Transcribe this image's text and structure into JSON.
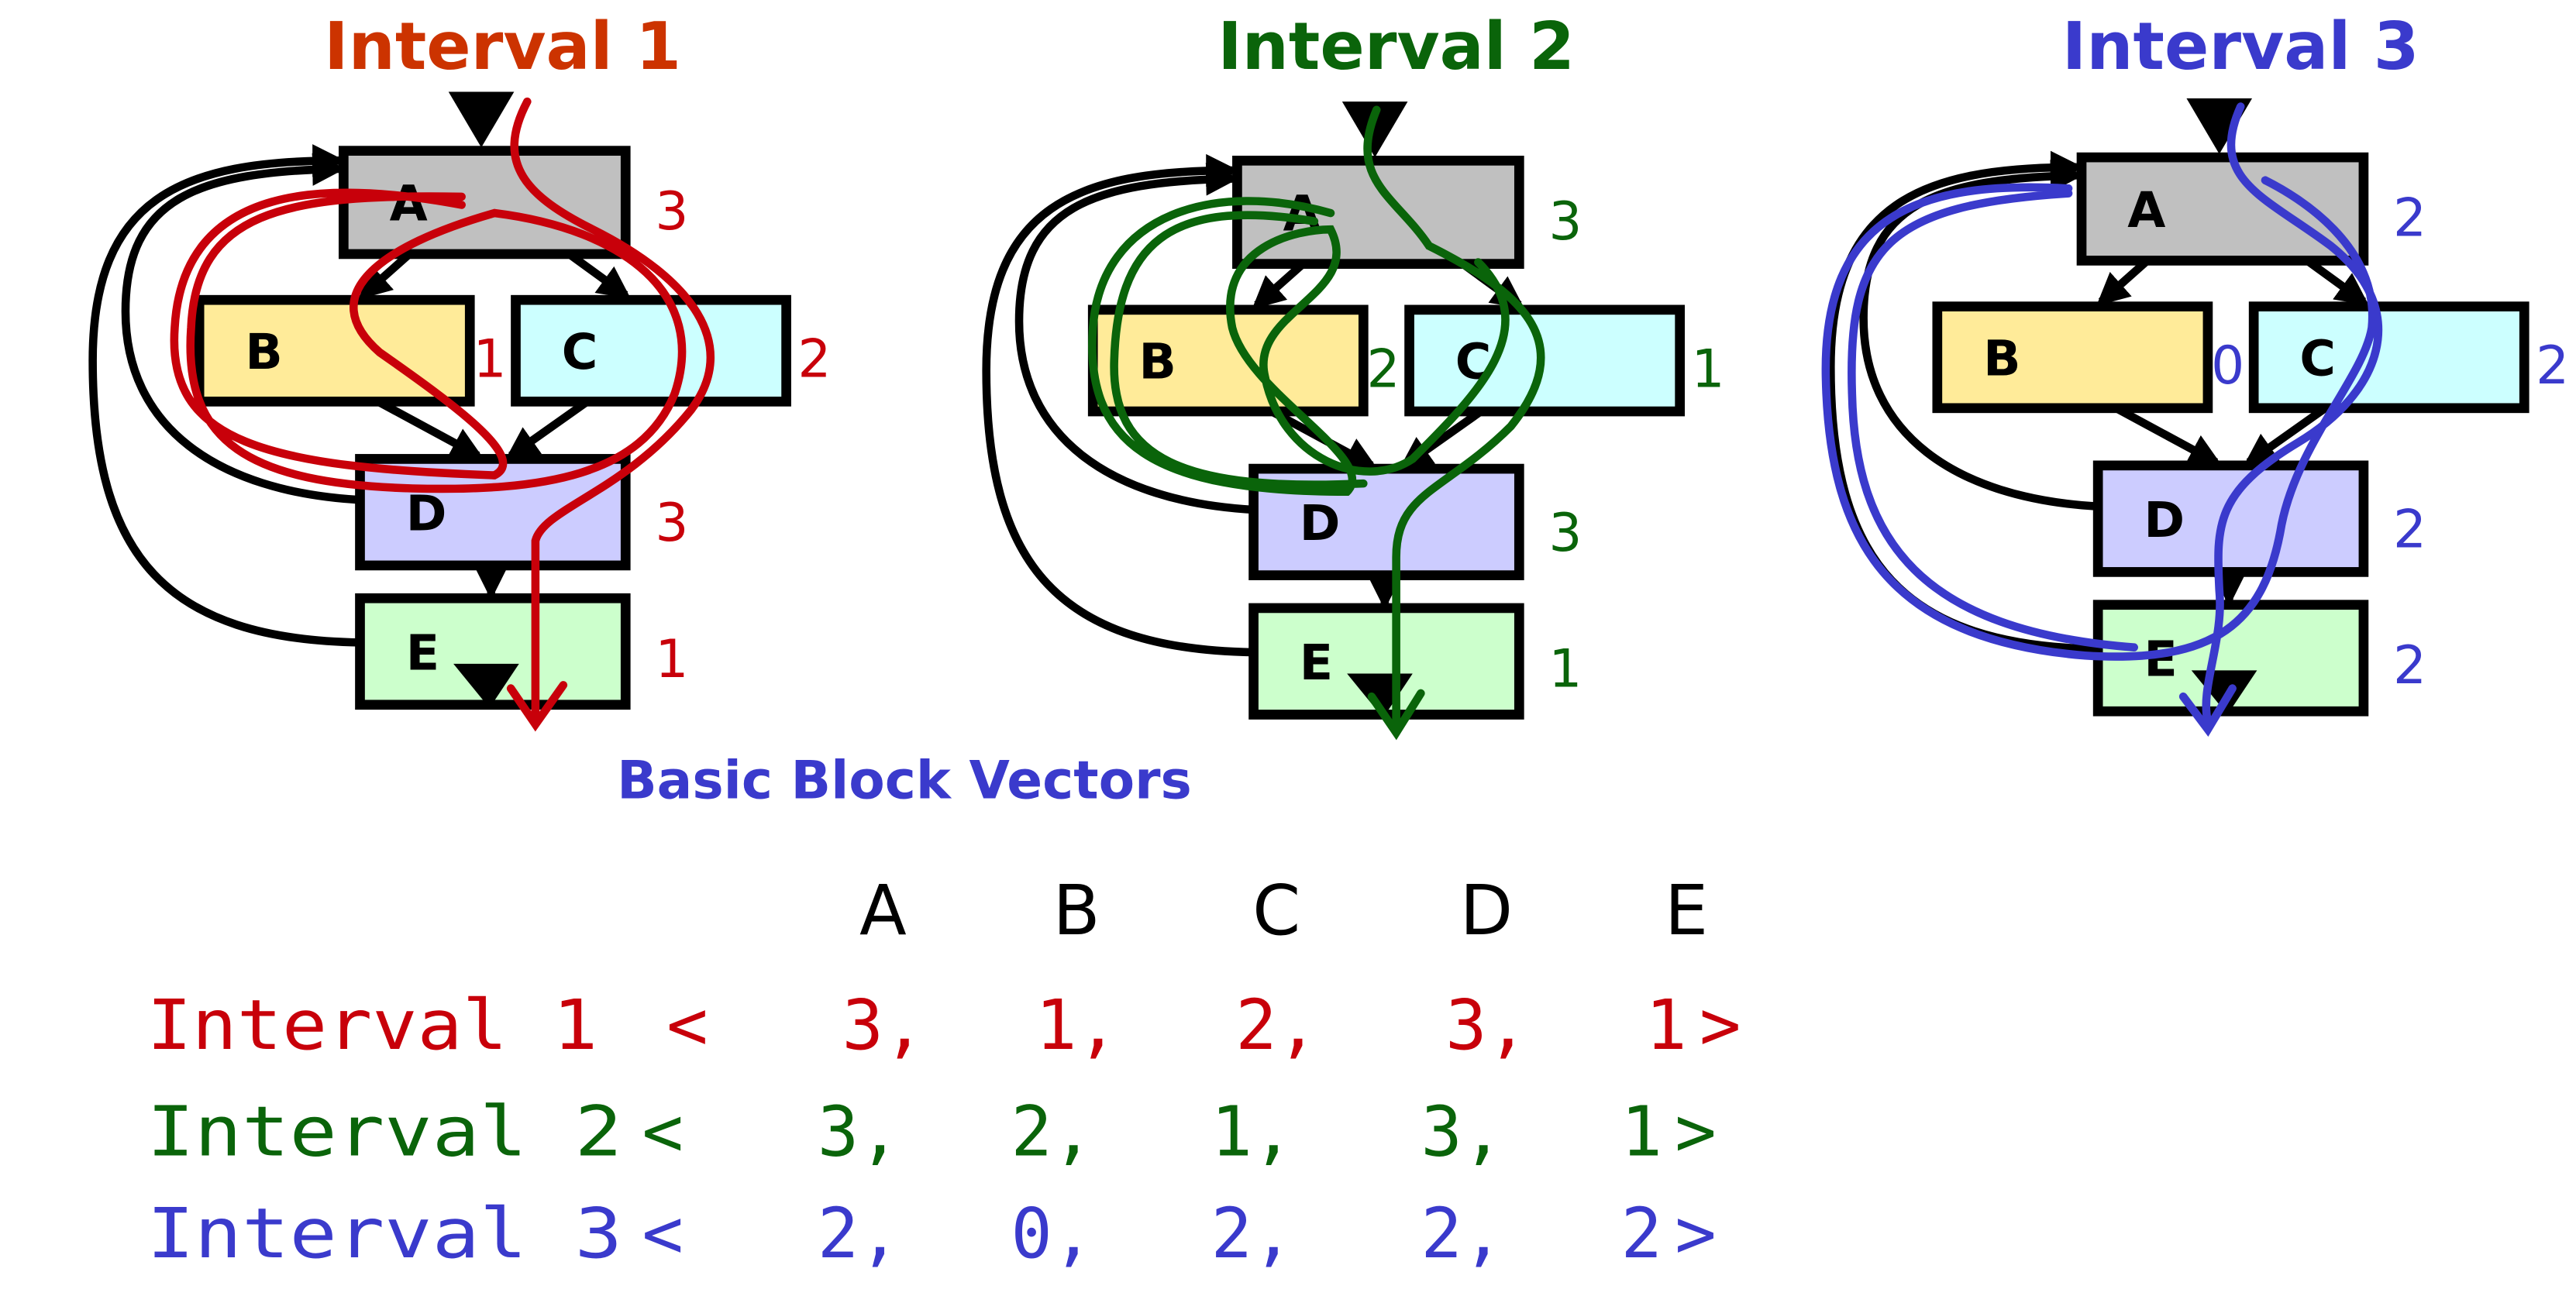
{
  "colors": {
    "interval1": "#c8000a",
    "interval2": "#0a640a",
    "interval3": "#3a3acc",
    "title1": "#cc3300",
    "A": "#c0c0c0",
    "B": "#ffeb99",
    "C": "#ccffff",
    "D": "#ccccff",
    "E": "#ccffcc"
  },
  "blocks": [
    "A",
    "B",
    "C",
    "D",
    "E"
  ],
  "intervals": [
    {
      "title": "Interval 1",
      "label": "Interval 1",
      "counts": [
        "3",
        "1",
        "2",
        "3",
        "1"
      ]
    },
    {
      "title": "Interval  2",
      "label": "Interval 2",
      "counts": [
        "3",
        "2",
        "1",
        "3",
        "1"
      ]
    },
    {
      "title": "Interval 3",
      "label": "Interval 3",
      "counts": [
        "2",
        "0",
        "2",
        "2",
        "2"
      ]
    }
  ],
  "caption": "Basic Block Vectors",
  "table": {
    "headers": [
      "A",
      "B",
      "C",
      "D",
      "E"
    ],
    "open": "<",
    "close": ">",
    "rows": [
      {
        "label": "Interval 1",
        "values": [
          "3,",
          "1,",
          "2,",
          "3,",
          "1"
        ]
      },
      {
        "label": "Interval 2",
        "values": [
          "3,",
          "2,",
          "1,",
          "3,",
          "1"
        ]
      },
      {
        "label": "Interval 3",
        "values": [
          "2,",
          "0,",
          "2,",
          "2,",
          "2"
        ]
      }
    ]
  }
}
